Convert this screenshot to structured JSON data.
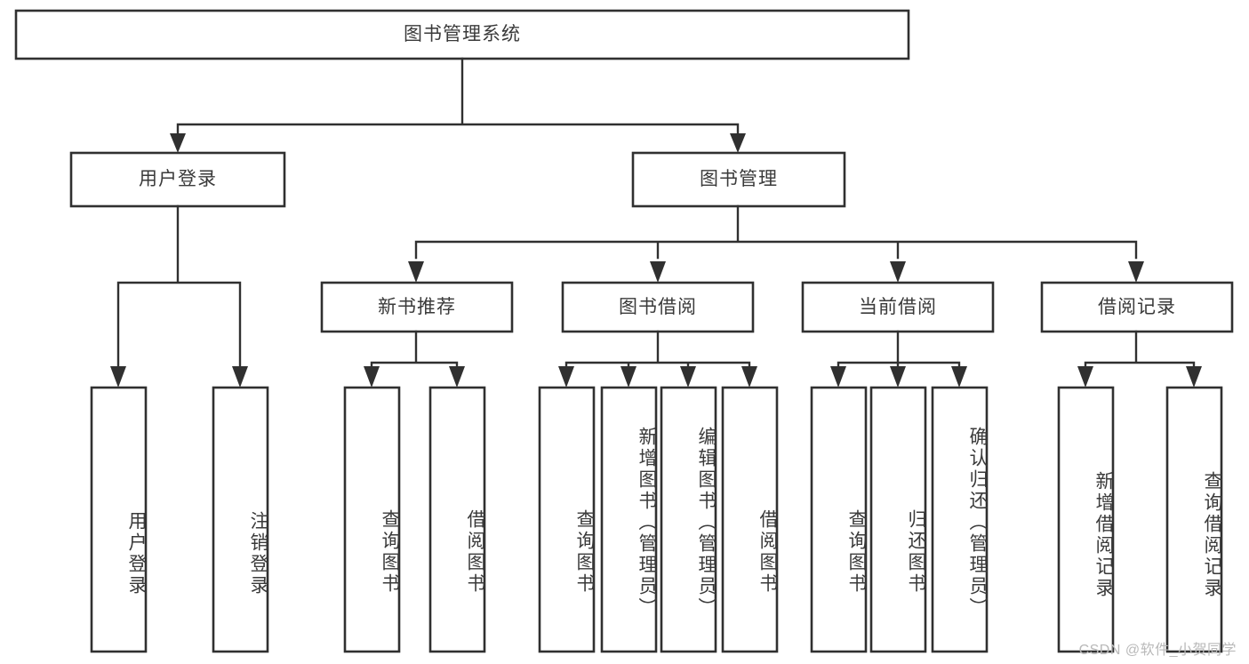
{
  "diagram": {
    "title": "图书管理系统",
    "type": "hierarchy-tree",
    "watermark": "CSDN @软件_小贺同学",
    "colors": {
      "box_stroke": "#303030",
      "box_fill": "#ffffff",
      "text": "#3a3a3a",
      "connector": "#303030",
      "watermark": "#b9b9b9",
      "background": "#ffffff"
    },
    "root": {
      "label": "图书管理系统",
      "level": 0
    },
    "level2": [
      {
        "label": "用户登录"
      },
      {
        "label": "图书管理"
      }
    ],
    "level3": [
      {
        "label": "新书推荐"
      },
      {
        "label": "图书借阅"
      },
      {
        "label": "当前借阅"
      },
      {
        "label": "借阅记录"
      }
    ],
    "leaves": {
      "user_login": [
        {
          "label": "用户登录"
        },
        {
          "label": "注销登录"
        }
      ],
      "new_book_recommend": [
        {
          "label": "查询图书"
        },
        {
          "label": "借阅图书"
        }
      ],
      "book_borrow": [
        {
          "label": "查询图书"
        },
        {
          "label": "新增图书（管理员）"
        },
        {
          "label": "编辑图书（管理员）"
        },
        {
          "label": "借阅图书"
        }
      ],
      "current_borrow": [
        {
          "label": "查询图书"
        },
        {
          "label": "归还图书"
        },
        {
          "label": "确认归还（管理员）"
        }
      ],
      "borrow_record": [
        {
          "label": "新增借阅记录"
        },
        {
          "label": "查询借阅记录"
        }
      ]
    }
  }
}
